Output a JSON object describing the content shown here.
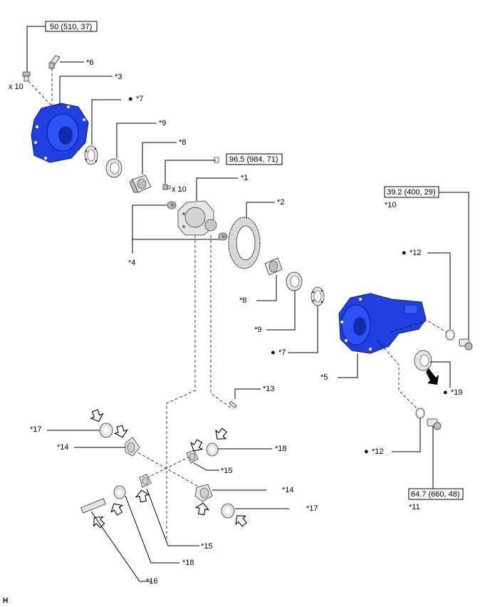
{
  "torque": {
    "t1": "50 (510, 37)",
    "t2": "96.5 (984, 71)",
    "t3": "39.2 (400, 29)",
    "t4": "64.7 (660, 48)"
  },
  "qty": {
    "q1": "x 10",
    "q2": "x 10"
  },
  "callouts": {
    "c1": "*1",
    "c2": "*2",
    "c3": "*3",
    "c4": "*4",
    "c5": "*5",
    "c6": "*6",
    "c7a": "*7",
    "c7b": "*7",
    "c8a": "*8",
    "c8b": "*8",
    "c9a": "*9",
    "c9b": "*9",
    "c10": "*10",
    "c11": "*11",
    "c12a": "*12",
    "c12b": "*12",
    "c13": "*13",
    "c14a": "*14",
    "c14b": "*14",
    "c15a": "*15",
    "c15b": "*15",
    "c16": "*16",
    "c17a": "*17",
    "c17b": "*17",
    "c18a": "*18",
    "c18b": "*18",
    "c19": "*19"
  },
  "bullet": "●",
  "corner_code": "H",
  "colors": {
    "housing": "#1f3fe0",
    "housing_dark": "#0a1c80",
    "part_fill": "#e6e6e6"
  },
  "icons": [
    "torque-box-icon",
    "new-part-bullet-icon",
    "apply-grease-arrow-icon",
    "press-direction-arrow-icon"
  ]
}
